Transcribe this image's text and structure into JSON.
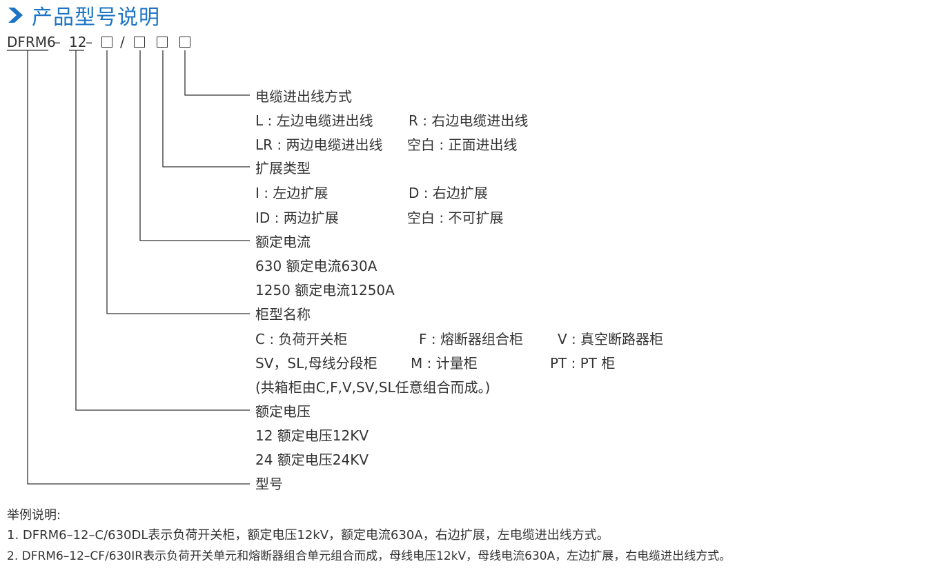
{
  "title": "产品型号说明",
  "model_code": {
    "prefix": "DFRM6",
    "sep1": "–",
    "voltage": "12",
    "sep2": "–",
    "slash": "/"
  },
  "sections": {
    "cable": {
      "heading": "电缆进出线方式",
      "items": [
        "L : 左边电缆进出线",
        "R : 右边电缆进出线",
        "LR : 两边电缆进出线",
        "空白 : 正面进出线"
      ]
    },
    "expansion": {
      "heading": "扩展类型",
      "items": [
        "I : 左边扩展",
        "D : 右边扩展",
        "ID : 两边扩展",
        "空白 : 不可扩展"
      ]
    },
    "current": {
      "heading": "额定电流",
      "items": [
        "630 额定电流630A",
        "1250 额定电流1250A"
      ]
    },
    "cabinet": {
      "heading": "柜型名称",
      "items": [
        "C : 负荷开关柜",
        "F : 熔断器组合柜",
        "V : 真空断路器柜",
        "SV，SL,母线分段柜",
        "M : 计量柜",
        "PT : PT 柜",
        "(共箱柜由C,F,V,SV,SL任意组合而成。)"
      ]
    },
    "voltage": {
      "heading": "额定电压",
      "items": [
        "12 额定电压12KV",
        "24 额定电压24KV"
      ]
    },
    "model": {
      "heading": "型号"
    }
  },
  "examples": {
    "heading": "举例说明:",
    "lines": [
      "1. DFRM6–12–C/630DL表示负荷开关柜，额定电压12kV，额定电流630A，右边扩展，左电缆进出线方式。",
      "2. DFRM6–12–CF/630IR表示负荷开关单元和熔断器组合单元组合而成，母线电压12kV，母线电流630A，左边扩展，右电缆进出线方式。"
    ]
  },
  "colors": {
    "accent": "#1b74c5",
    "text": "#333333"
  },
  "icons": {
    "title_marker": "chevron-right-icon"
  }
}
